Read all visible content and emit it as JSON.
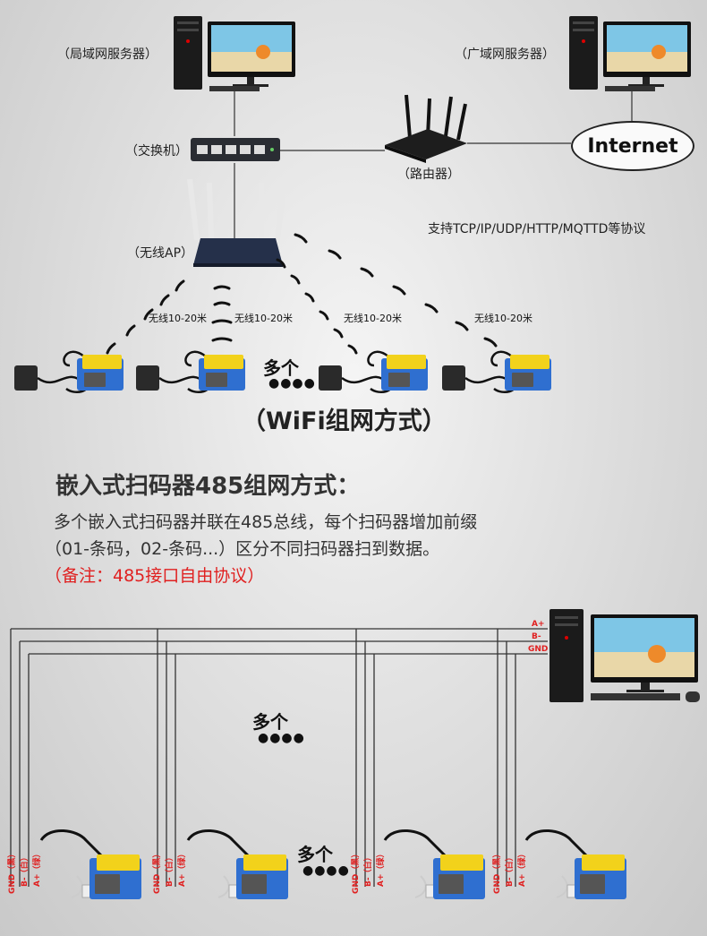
{
  "top": {
    "lan_server": "（局域网服务器）",
    "wan_server": "（广域网服务器）",
    "switch": "（交换机）",
    "router": "（路由器）",
    "internet": "Internet",
    "protocols": "支持TCP/IP/UDP/HTTP/MQTTD等协议",
    "ap": "（无线AP）",
    "range_labels": [
      "无线10-20米",
      "无线10-20米",
      "无线10-20米",
      "无线10-20米"
    ],
    "multi": "多个",
    "dots": "●●●●",
    "wifi_title": "（WiFi组网方式）"
  },
  "section": {
    "heading": "嵌入式扫码器485组网方式：",
    "line1": "多个嵌入式扫码器并联在485总线，每个扫码器增加前缀",
    "line2": "（01-条码，02-条码...）区分不同扫码器扫到数据。",
    "note": "（备注：485接口自由协议）"
  },
  "bus": {
    "labels": [
      "A+",
      "B-",
      "GND"
    ],
    "multi_upper": "多个",
    "multi_lower": "多个",
    "dots": "●●●●",
    "wire_tags": [
      "GND（黑）",
      "B-（白）",
      "A+（绿）"
    ]
  },
  "colors": {
    "accent_red": "#e02020",
    "scanner_blue": "#2f6fd0",
    "scanner_yellow": "#f2d21b"
  }
}
